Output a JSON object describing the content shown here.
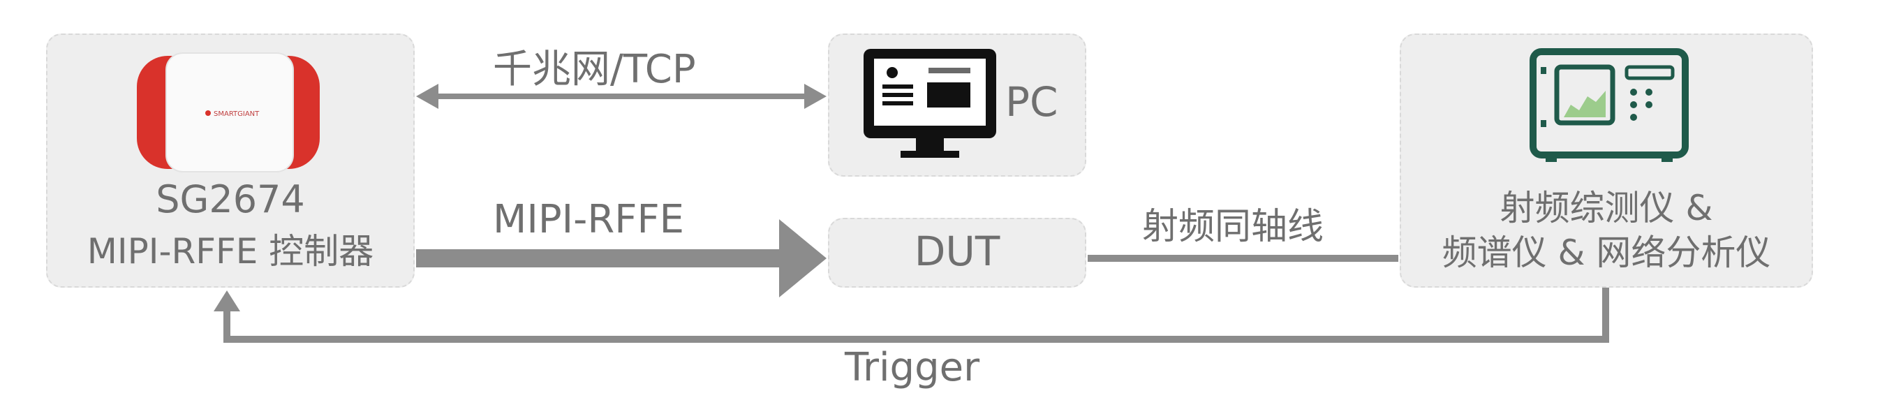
{
  "nodes": {
    "controller": {
      "line1": "SG2674",
      "line2": "MIPI-RFFE 控制器",
      "device_brand": "SMARTGIANT",
      "device_color": "#d9322b"
    },
    "pc": {
      "label": "PC"
    },
    "dut": {
      "label": "DUT"
    },
    "instruments": {
      "line1": "射频综测仪 &",
      "line2": "频谱仪 & 网络分析仪",
      "icon_color": "#1f5a4a"
    }
  },
  "edges": {
    "ethernet": {
      "label": "千兆网/TCP"
    },
    "mipi": {
      "label": "MIPI-RFFE"
    },
    "rf_cable": {
      "label": "射频同轴线"
    },
    "trigger": {
      "label": "Trigger"
    }
  },
  "colors": {
    "arrow": "#8c8c8c",
    "box_fill": "#eeeeee",
    "text": "#6f6f6f"
  }
}
